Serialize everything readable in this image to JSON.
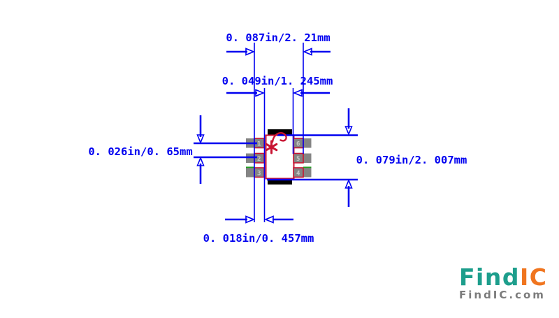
{
  "colors": {
    "bg": "#ffffff",
    "dim_blue": "#0000f0",
    "outline_red": "#c81432",
    "pad_gray": "#848484",
    "pad_pin_text": "#c9c9c9",
    "bar_black": "#000000",
    "green_mark": "#21a121",
    "logo_teal": "#1d9e8c",
    "logo_orange": "#f0751f",
    "logo_gray": "#7c7c7c"
  },
  "dimensions": {
    "lead_span_top": "0. 087in/2. 21mm",
    "body_width": "0. 049in/1. 245mm",
    "pad_pitch_left": "0. 026in/0. 65mm",
    "body_height_right": "0. 079in/2. 007mm",
    "pad_length_bottom": "0. 018in/0. 457mm"
  },
  "package": {
    "left_pins": [
      "1",
      "2",
      "3"
    ],
    "right_pins": [
      "6",
      "5",
      "4"
    ]
  },
  "logo": {
    "brand_primary": "Find",
    "brand_secondary": "IC",
    "site": "FindIC.com"
  }
}
